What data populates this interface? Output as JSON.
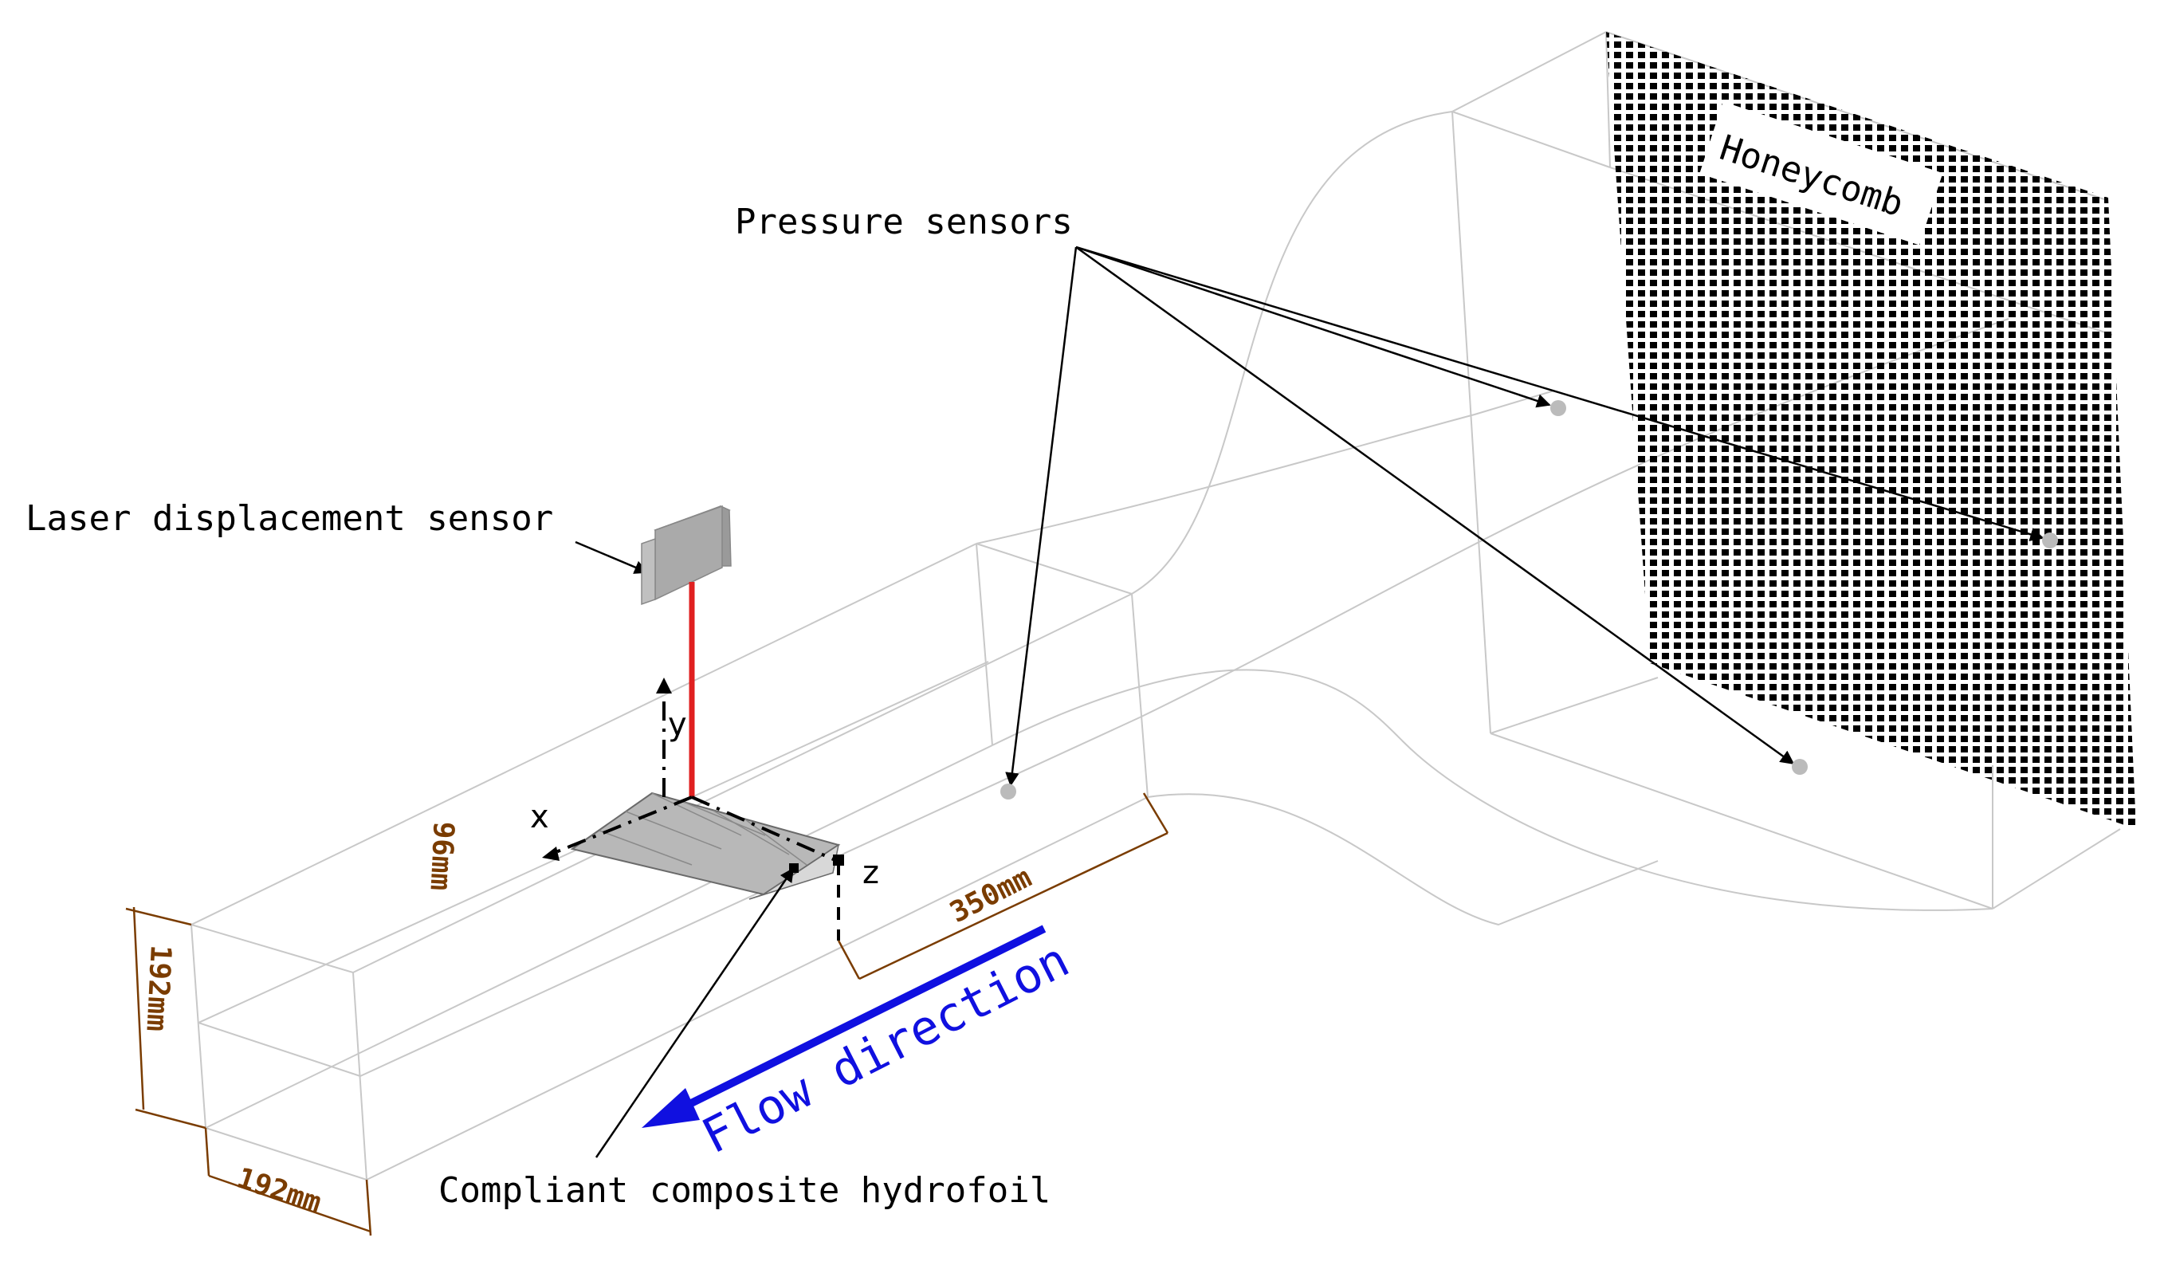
{
  "labels": {
    "pressure_sensors": "Pressure sensors",
    "honeycomb": "Honeycomb",
    "laser_sensor": "Laser displacement sensor",
    "hydrofoil": "Compliant composite hydrofoil",
    "flow_direction": "Flow direction"
  },
  "axes": {
    "x": "x",
    "y": "y",
    "z": "z"
  },
  "dimensions": {
    "height_192": "192mm",
    "width_192": "192mm",
    "half_96": "96mm",
    "distance_350": "350mm"
  },
  "colors": {
    "outline": "#c8c8c8",
    "dimension": "#7a3c00",
    "laser_beam": "#e02020",
    "flow_arrow": "#1010e0",
    "text": "#000000"
  }
}
